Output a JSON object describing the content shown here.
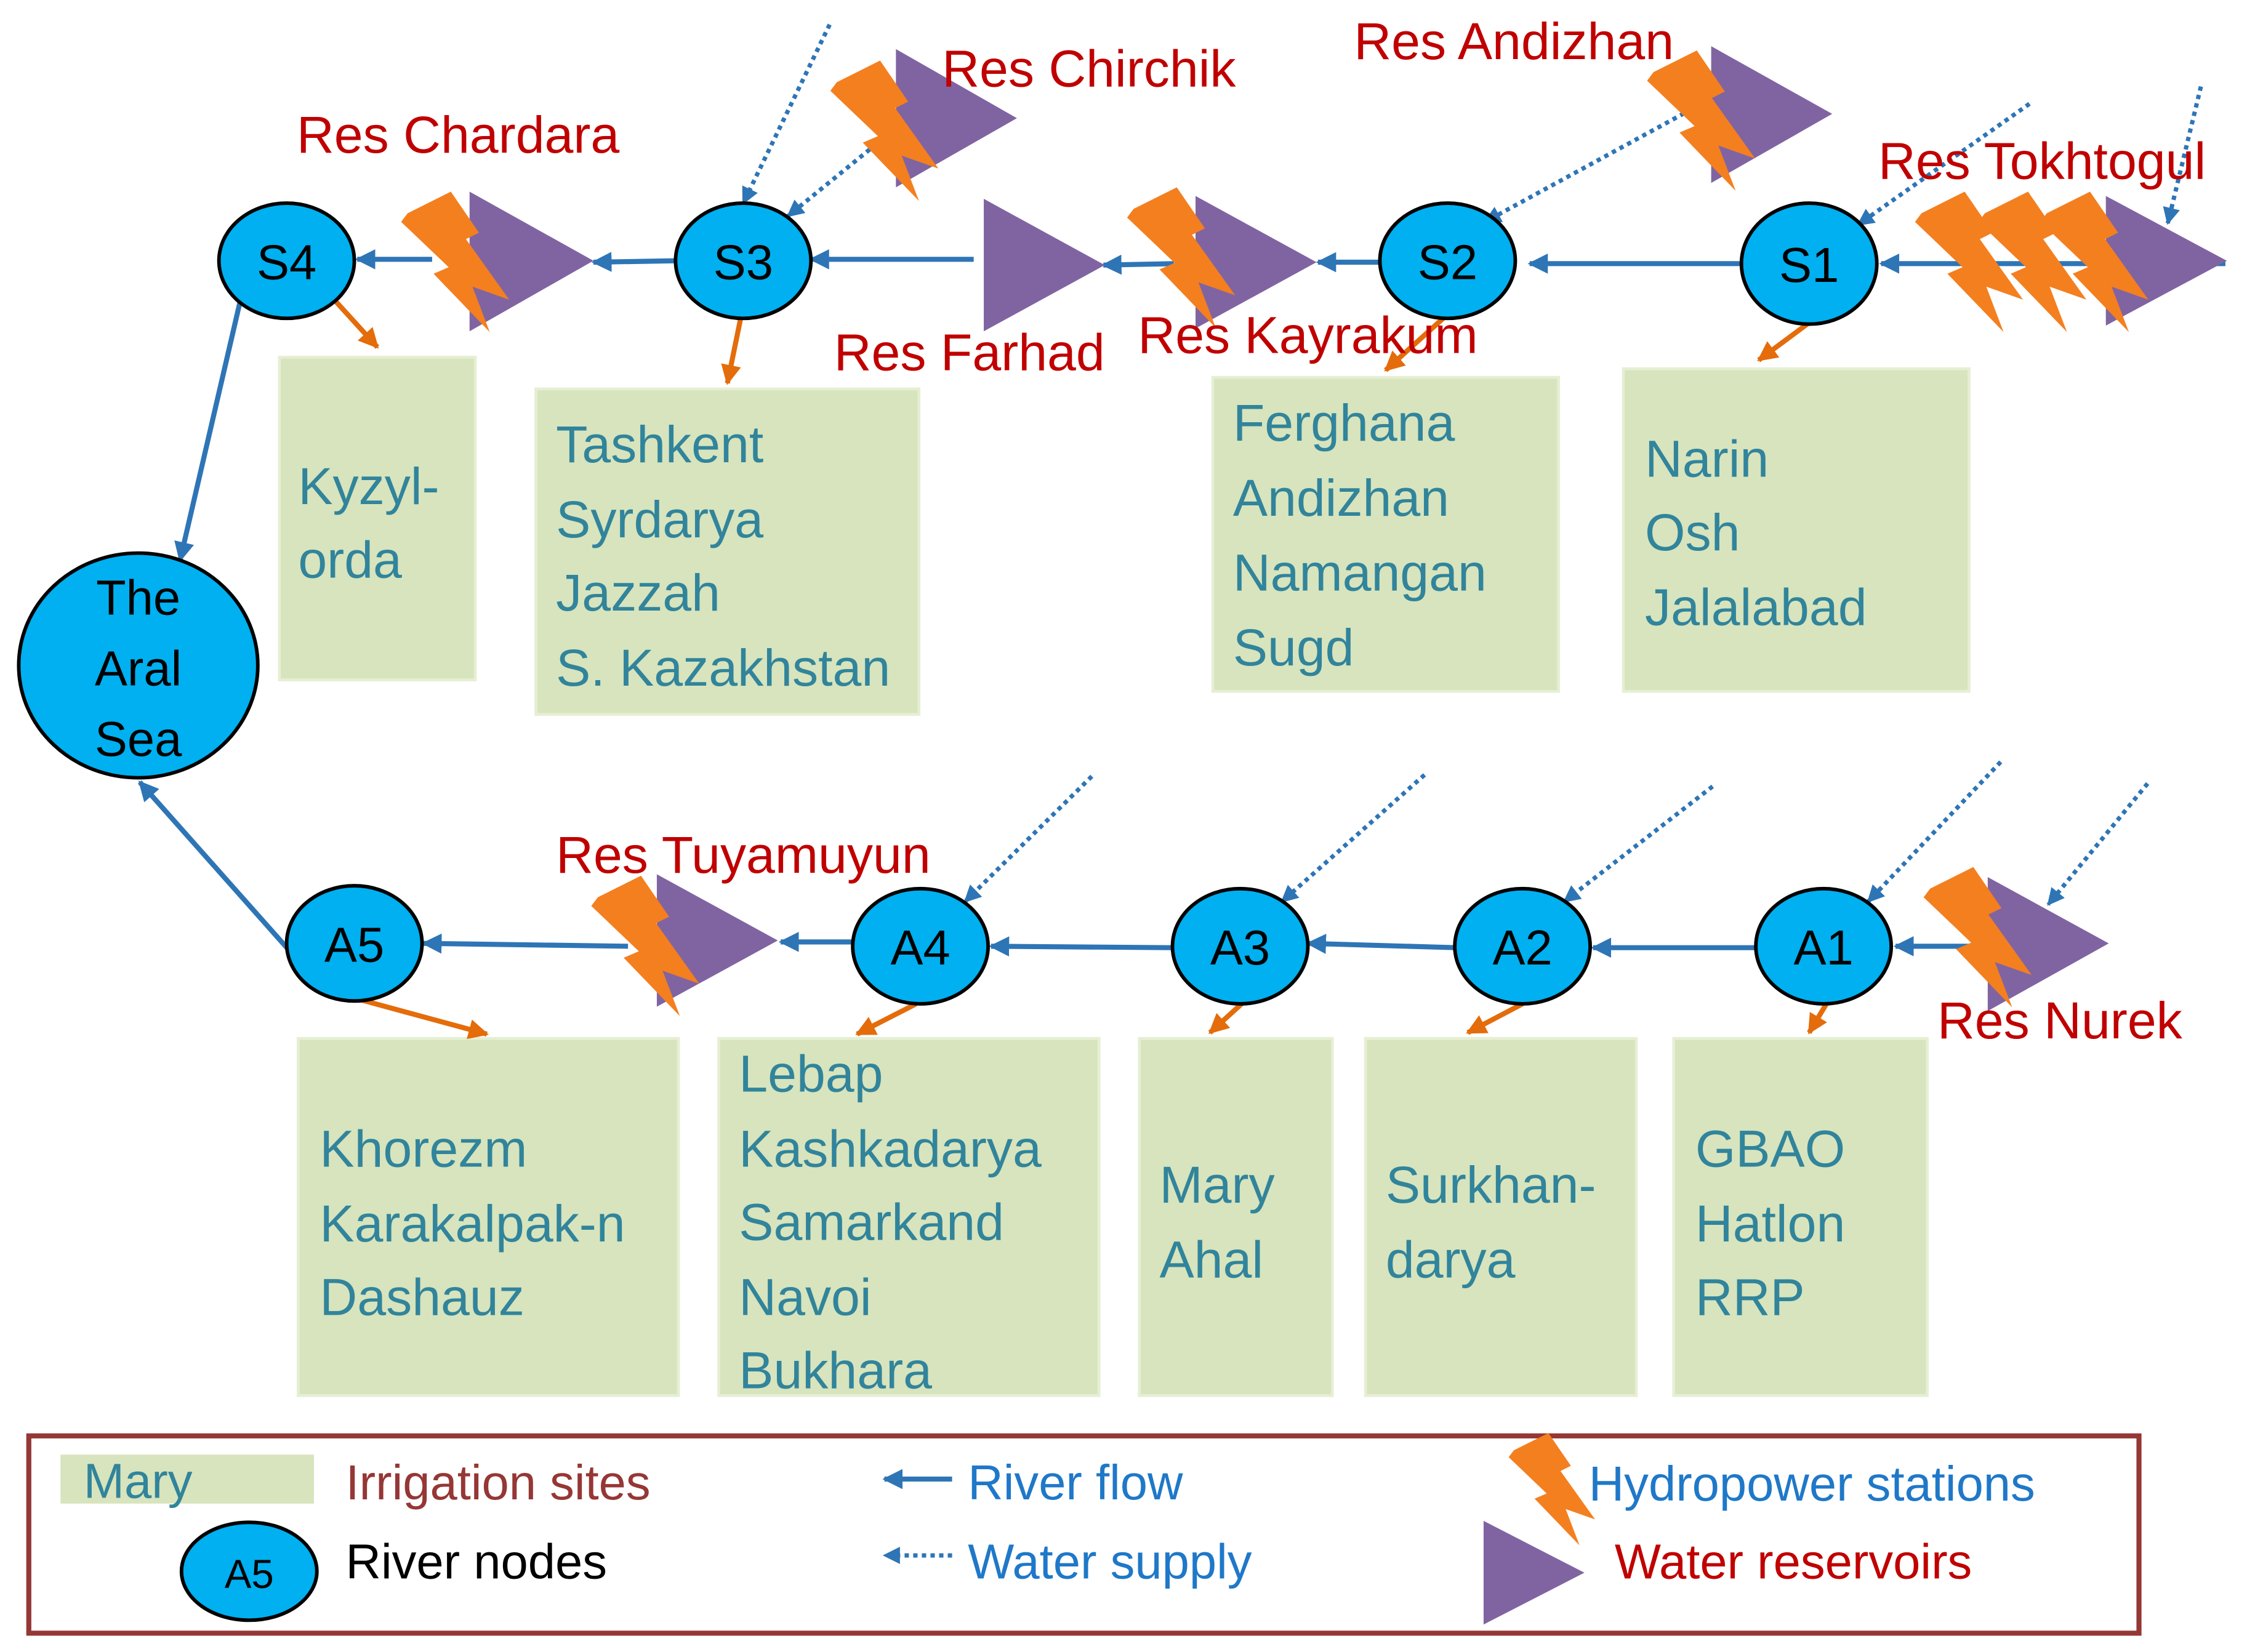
{
  "colors": {
    "node_fill": "#00b0f0",
    "node_stroke": "#000000",
    "site_fill": "#d7e4bd",
    "site_text": "#31849b",
    "flow": "#2e75b6",
    "supply": "#2e75b6",
    "allocation": "#e46c0a",
    "hydropower": "#f47f1f",
    "reservoir": "#8064a2",
    "reservoir_label": "#c00000",
    "legend_border": "#953735"
  },
  "icons": {
    "node": "ellipse-node",
    "site": "green-rectangle",
    "hydropower": "lightning-bolt-icon",
    "reservoir": "purple-triangle-icon",
    "flow": "solid-arrow",
    "supply": "dotted-arrow"
  },
  "sea": {
    "lines": [
      "The",
      "Aral",
      "Sea"
    ]
  },
  "nodes": {
    "S1": "S1",
    "S2": "S2",
    "S3": "S3",
    "S4": "S4",
    "A1": "A1",
    "A2": "A2",
    "A3": "A3",
    "A4": "A4",
    "A5": "A5"
  },
  "reservoirs": {
    "chardara": "Res Chardara",
    "chirchik": "Res Chirchik",
    "andizhan": "Res Andizhan",
    "tokhtogul": "Res Tokhtogul",
    "farhad": "Res Farhad",
    "kayrakum": "Res Kayrakum",
    "tuyamuyun": "Res Tuyamuyun",
    "nurek": "Res Nurek"
  },
  "sites": {
    "kyzylorda": [
      "Kyzyl-",
      "orda"
    ],
    "tashkent": [
      "Tashkent",
      "Syrdarya",
      "Jazzah",
      "S. Kazakhstan"
    ],
    "ferghana": [
      "Ferghana",
      "Andizhan",
      "Namangan",
      "Sugd"
    ],
    "narin": [
      "Narin",
      "Osh",
      "Jalalabad"
    ],
    "khorezm": [
      "Khorezm",
      "Karakalpak-n",
      "Dashauz"
    ],
    "lebap": [
      "Lebap",
      "Kashkadarya",
      "Samarkand",
      "Navoi",
      "Bukhara"
    ],
    "mary": [
      "Mary",
      "Ahal"
    ],
    "surkhan": [
      "Surkhan-",
      "darya"
    ],
    "gbao": [
      "GBAO",
      "Hatlon",
      "RRP"
    ]
  },
  "legend": {
    "site_sample": "Mary",
    "site_label": "Irrigation sites",
    "node_sample": "A5",
    "node_label": "River nodes",
    "flow_label": "River flow",
    "supply_label": "Water supply",
    "hydro_label": "Hydropower stations",
    "reservoir_label": "Water reservoirs"
  }
}
